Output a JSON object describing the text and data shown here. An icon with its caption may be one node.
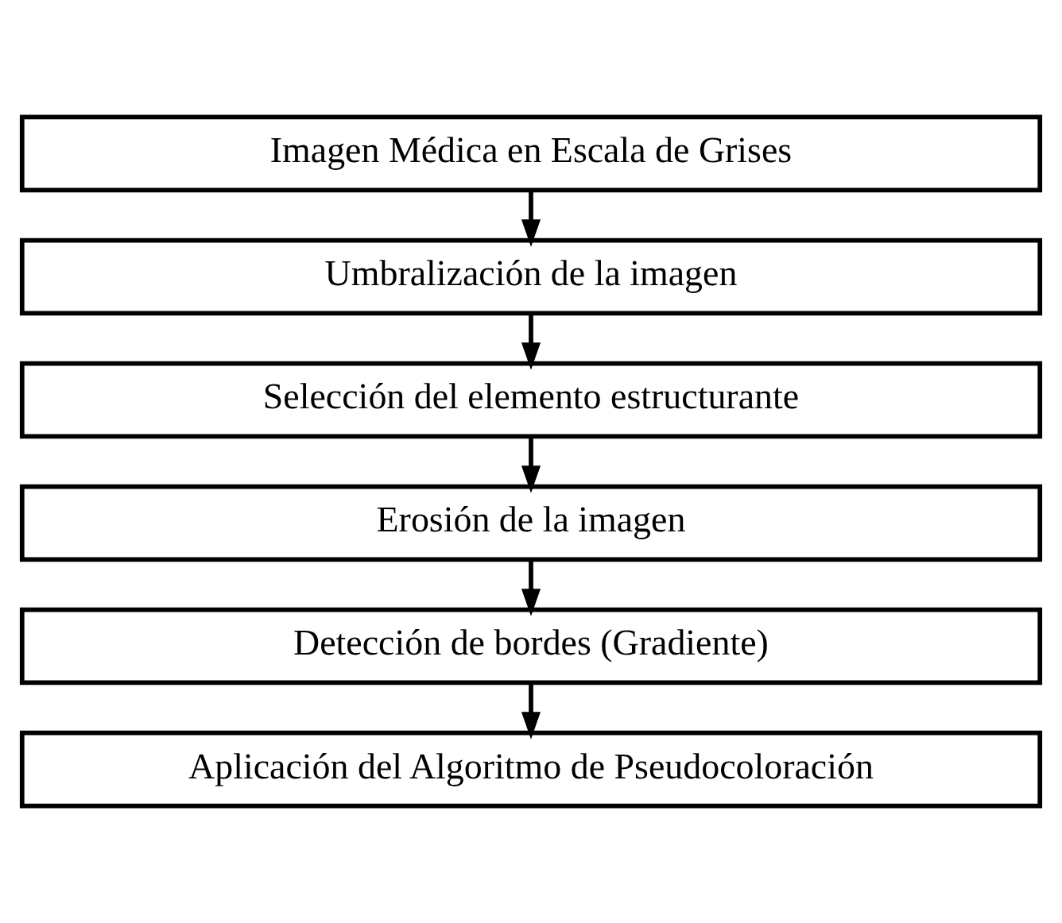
{
  "diagram": {
    "nodes": [
      {
        "text": [
          "Imagen Médica en Escala de Grises"
        ]
      },
      {
        "text": [
          "Umbralización de la imagen"
        ]
      },
      {
        "text": [
          "Selección del elemento estructurante"
        ]
      },
      {
        "text": [
          "Erosión de la imagen"
        ]
      },
      {
        "text": [
          "Detección de bordes (Gradiente)"
        ]
      },
      {
        "text": [
          "Aplicación del Algoritmo de Pseudocoloración"
        ]
      }
    ],
    "edges": [
      {
        "from": 0,
        "to": 1,
        "arrow": "to"
      },
      {
        "from": 1,
        "to": 2,
        "arrow": "to"
      },
      {
        "from": 2,
        "to": 3,
        "arrow": "to"
      },
      {
        "from": 3,
        "to": 4,
        "arrow": "to"
      },
      {
        "from": 4,
        "to": 5,
        "arrow": "to"
      }
    ]
  }
}
